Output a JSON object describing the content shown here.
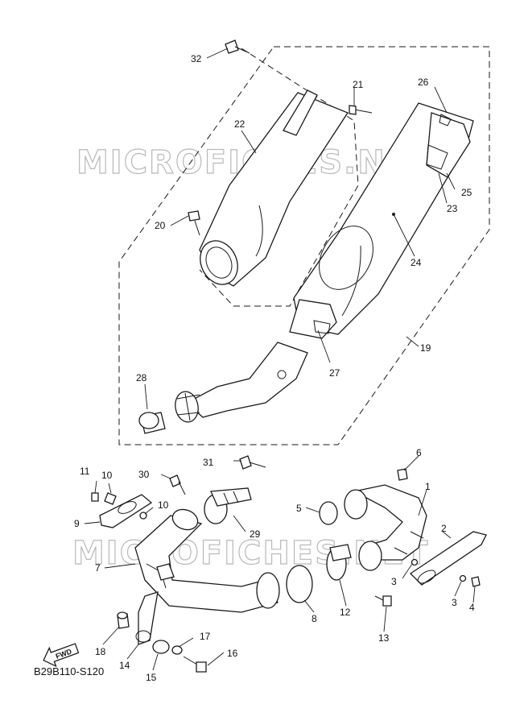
{
  "watermark": "MICROFICHES.NET",
  "diagram_code": "B29B110-S120",
  "fwd_label": "FWD",
  "callouts": {
    "c1": "1",
    "c2": "2",
    "c3a": "3",
    "c3b": "3",
    "c4": "4",
    "c5": "5",
    "c6": "6",
    "c7": "7",
    "c8": "8",
    "c9": "9",
    "c10a": "10",
    "c10b": "10",
    "c11": "11",
    "c12": "12",
    "c13": "13",
    "c14": "14",
    "c15": "15",
    "c16": "16",
    "c17": "17",
    "c18": "18",
    "c19": "19",
    "c20": "20",
    "c21": "21",
    "c22": "22",
    "c23": "23",
    "c24": "24",
    "c25": "25",
    "c26": "26",
    "c27": "27",
    "c28": "28",
    "c29": "29",
    "c30": "30",
    "c31": "31",
    "c32": "32"
  }
}
